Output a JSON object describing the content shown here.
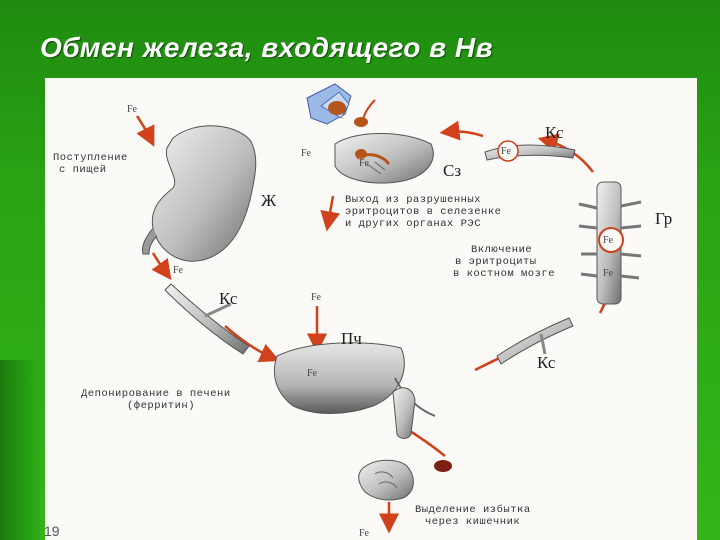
{
  "slide": {
    "title": "Обмен железа, входящего в Нв",
    "page_number": "19"
  },
  "diagram": {
    "organs": {
      "stomach": "Ж",
      "spleen": "Сз",
      "bone_marrow": "Гр",
      "liver": "Пч",
      "blood_top": "Кс",
      "blood_left": "Кс",
      "blood_right": "Кс"
    },
    "iron_labels": {
      "fe_intake": "Fe",
      "fe_spleen": "Fe",
      "fe_spleen_inner": "Fe",
      "fe_blood_top": "Fe",
      "fe_marrow_circle": "Fe",
      "fe_marrow_bottom": "Fe",
      "fe_after_stomach": "Fe",
      "fe_to_liver": "Fe",
      "fe_in_liver": "Fe",
      "fe_excreted": "Fe"
    },
    "captions": {
      "intake_line1": "Поступление",
      "intake_line2": "с пищей",
      "spleen_exit_line1": "Выход из разрушенных",
      "spleen_exit_line2": "эритроцитов в селезенке",
      "spleen_exit_line3": "и других органах РЭС",
      "incorporation_line1": "Включение",
      "incorporation_line2": "в эритроциты",
      "incorporation_line3": "в костном мозге",
      "deposition_line1": "Депонирование в печени",
      "deposition_line2": "(ферритин)",
      "excretion_line1": "Выделение избытка",
      "excretion_line2": "через кишечник"
    },
    "colors": {
      "arrow": "#d0411c",
      "organ_fill": "#d8d8d8",
      "organ_shade": "#8a8a8a",
      "iron_highlight": "#c05a1a"
    }
  }
}
